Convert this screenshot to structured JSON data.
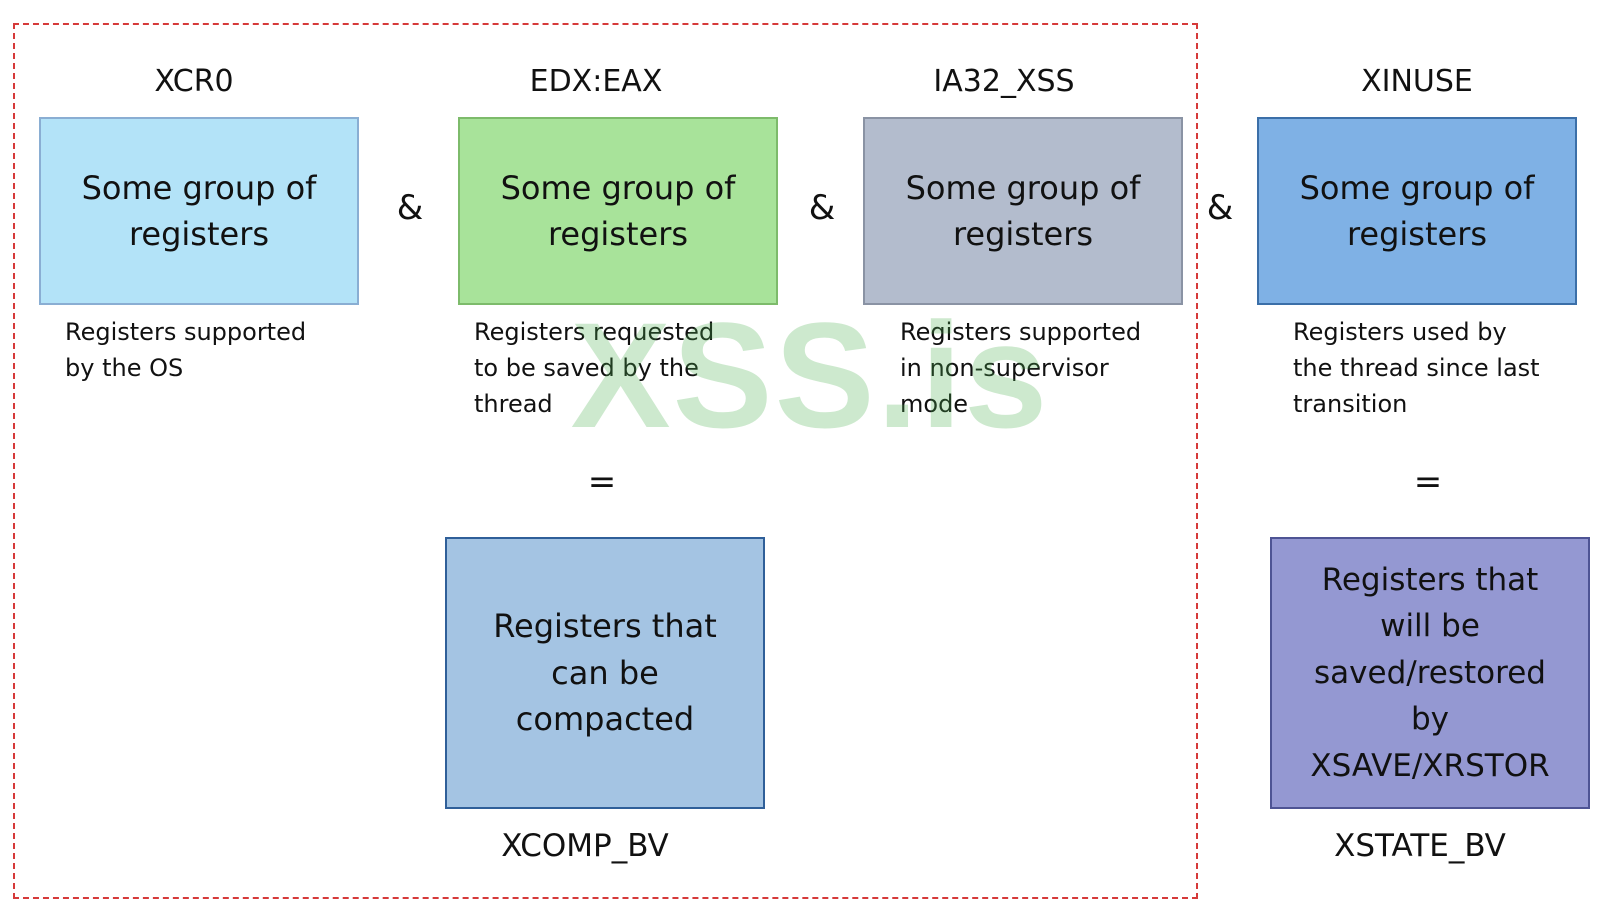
{
  "titles": {
    "xcr0": "XCR0",
    "edx_eax": "EDX:EAX",
    "ia32_xss": "IA32_XSS",
    "xinuse": "XINUSE"
  },
  "boxes": {
    "xcr0": "Some group of registers",
    "edx_eax": "Some group of registers",
    "ia32_xss": "Some group of registers",
    "xinuse": "Some group of registers",
    "compacted": "Registers that can be compacted",
    "saved_restored": "Registers that will be saved/restored by XSAVE/XRSTOR"
  },
  "operators": {
    "and1": "&",
    "and2": "&",
    "and3": "&",
    "equals1": "=",
    "equals2": "="
  },
  "descriptions": {
    "xcr0": "Registers supported\nby the OS",
    "edx_eax": "Registers requested\nto be saved by the\nthread",
    "ia32_xss": "Registers supported\nin non-supervisor\nmode",
    "xinuse": "Registers used by\nthe thread since last\ntransition"
  },
  "results": {
    "xcomp_bv": "XCOMP_BV",
    "xstate_bv": "XSTATE_BV"
  },
  "watermark": "XSS.is",
  "colors": {
    "frame": "#d63a3a",
    "xcr0_fill": "#b3e3f8",
    "edx_eax_fill": "#a8e39a",
    "ia32_xss_fill": "#b3bccd",
    "xinuse_fill": "#7fb1e5",
    "compacted_fill": "#a4c4e3",
    "saved_fill": "#9498d2"
  }
}
